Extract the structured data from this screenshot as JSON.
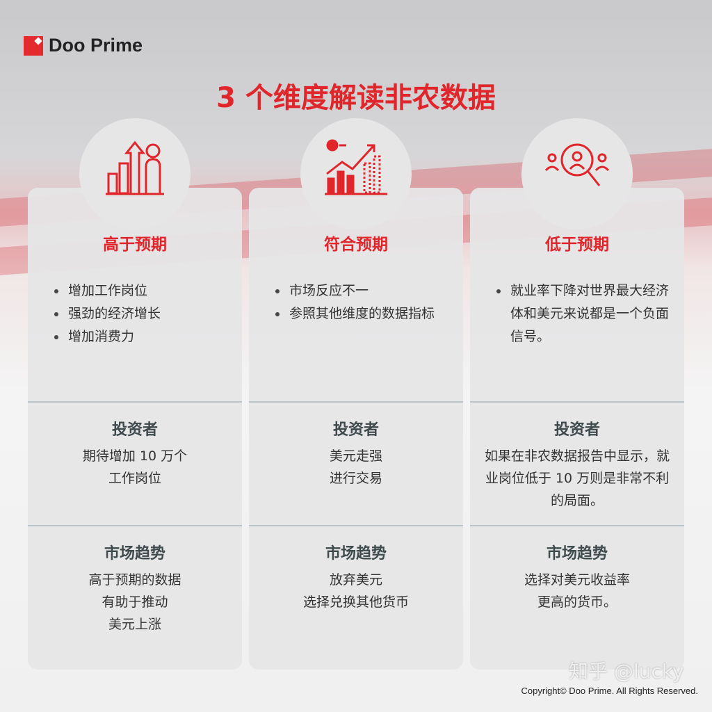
{
  "brand": "Doo Prime",
  "title": "3 个维度解读非农数据",
  "accent": "#e0262b",
  "cards": [
    {
      "icon": "growth-bars-person-icon",
      "heading": "高于预期",
      "bullets": [
        "增加工作岗位",
        "强劲的经济增长",
        "增加消费力"
      ],
      "investor_heading": "投资者",
      "investor_text": "期待增加 10 万个\n工作岗位",
      "trend_heading": "市场趋势",
      "trend_text": "高于预期的数据\n有助于推动\n美元上涨"
    },
    {
      "icon": "growth-chart-clock-icon",
      "heading": "符合预期",
      "bullets": [
        "市场反应不一",
        "参照其他维度的数据指标"
      ],
      "investor_heading": "投资者",
      "investor_text": "美元走强\n进行交易",
      "trend_heading": "市场趋势",
      "trend_text": "放弃美元\n选择兑换其他货币"
    },
    {
      "icon": "people-search-icon",
      "heading": "低于预期",
      "bullets": [
        "就业率下降对世界最大经济体和美元来说都是一个负面信号。"
      ],
      "investor_heading": "投资者",
      "investor_text": "如果在非农数据报告中显示，就业岗位低于 10 万则是非常不利的局面。",
      "trend_heading": "市场趋势",
      "trend_text": "选择对美元收益率\n更高的货币。"
    }
  ],
  "watermark": "知乎 @lucky",
  "copyright": "Copyright© Doo Prime. All Rights Reserved."
}
